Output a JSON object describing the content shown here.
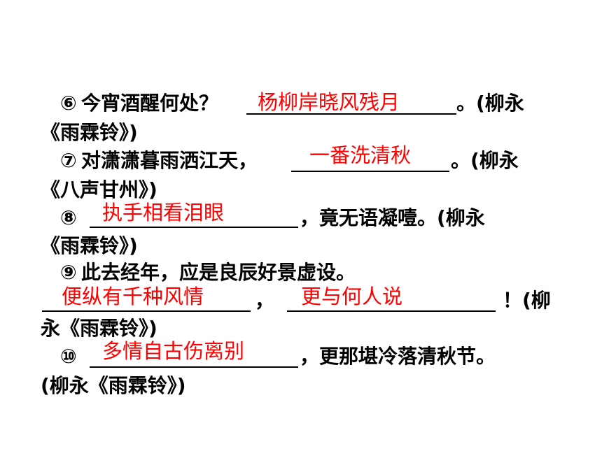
{
  "items": [
    {
      "label": "⑥",
      "before": "今宵酒醒何处？",
      "answer": "杨柳岸晓风残月",
      "after": "。(柳永",
      "source": "《雨霖铃》)"
    },
    {
      "label": "⑦",
      "before": "对潇潇暮雨洒江天，",
      "answer": "一番洗清秋",
      "after": "。(柳永",
      "source": "《八声甘州》)"
    },
    {
      "label": "⑧",
      "answer": "执手相看泪眼",
      "after": "，竟无语凝噎。(柳永",
      "source": "《雨霖铃》)"
    },
    {
      "label": "⑨",
      "before": "此去经年，应是良辰好景虚设。",
      "answer1": "便纵有千种风情",
      "mid": "，",
      "answer2": "更与何人说",
      "after": "！(柳",
      "source": "永《雨霖铃》)"
    },
    {
      "label": "⑩",
      "answer": "多情自古伤离别",
      "after": "，更那堪冷落清秋节。",
      "source": "(柳永《雨霖铃》)"
    }
  ]
}
